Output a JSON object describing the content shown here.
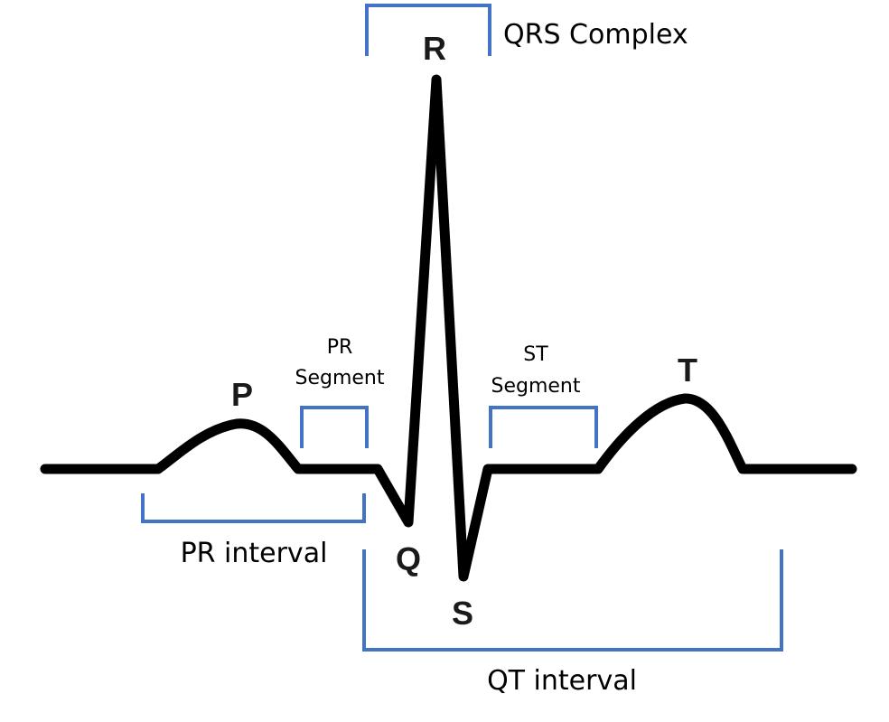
{
  "colors": {
    "waveform": "#000000",
    "bracket": "#4472C4",
    "text": "#000000"
  },
  "waves": {
    "p": "P",
    "q": "Q",
    "r": "R",
    "s": "S",
    "t": "T"
  },
  "annotations": {
    "qrs_complex": "QRS Complex",
    "pr_segment_line1": "PR",
    "pr_segment_line2": "Segment",
    "st_segment_line1": "ST",
    "st_segment_line2": "Segment",
    "pr_interval": "PR interval",
    "qt_interval": "QT interval"
  }
}
